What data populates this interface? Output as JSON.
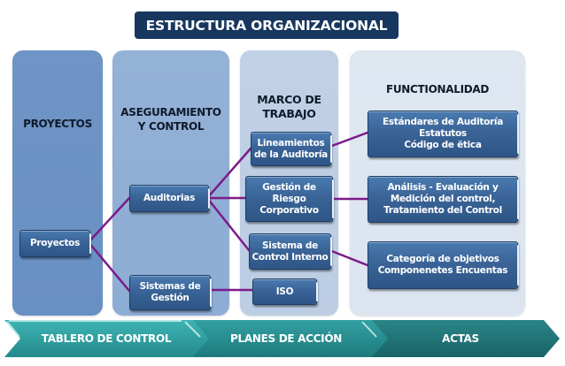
{
  "title": "ESTRUCTURA ORGANIZACIONAL",
  "columns": [
    {
      "header": "PROYECTOS",
      "color": "#6f95c6"
    },
    {
      "header": "ASEGURAMIENTO\nY CONTROL",
      "color": "#94b1d6"
    },
    {
      "header": "MARCO DE\nTRABAJO",
      "color": "#c0d1e6"
    },
    {
      "header": "FUNCTIONALIDAD",
      "color": "#dfe7f1"
    }
  ],
  "nodes": {
    "proyectos": "Proyectos",
    "auditorias": "Auditorias",
    "sistemas_gestion": "Sistemas de\nGestión",
    "lineamientos": "Lineamientos\nde la Auditoría",
    "gestion_riesgo": "Gestión de\nRiesgo\nCorporativo",
    "sistema_control": "Sistema de\nControl Interno",
    "iso": "ISO",
    "estandares": "Estándares de Auditoría\nEstatutos\nCódigo de ëtica",
    "analisis": "Análisis - Evaluación y\nMedición del control,\nTratamiento del Control",
    "categoria": "Categoría de objetivos\nComponenetes    Encuentas"
  },
  "connectors": [
    {
      "from": "Proyectos",
      "to": "Auditorias"
    },
    {
      "from": "Proyectos",
      "to": "Sistemas de Gestión"
    },
    {
      "from": "Auditorias",
      "to": "Lineamientos de la Auditoría"
    },
    {
      "from": "Auditorias",
      "to": "Gestión de Riesgo Corporativo"
    },
    {
      "from": "Auditorias",
      "to": "Sistema de Control Interno"
    },
    {
      "from": "Sistemas de Gestión",
      "to": "ISO"
    },
    {
      "from": "Lineamientos de la Auditoría",
      "to": "Estándares de Auditoría"
    },
    {
      "from": "Gestión de Riesgo Corporativo",
      "to": "Análisis - Evaluación"
    },
    {
      "from": "Sistema de Control Interno",
      "to": "Categoría de objetivos"
    }
  ],
  "connector_color": "#7b1b8a",
  "process_bar": [
    {
      "label": "TABLERO DE CONTROL",
      "color": "#2a9a9c"
    },
    {
      "label": "PLANES DE ACCIÓN",
      "color": "#24888b"
    },
    {
      "label": "ACTAS",
      "color": "#1d6f72"
    }
  ],
  "title_color": "#17375e"
}
